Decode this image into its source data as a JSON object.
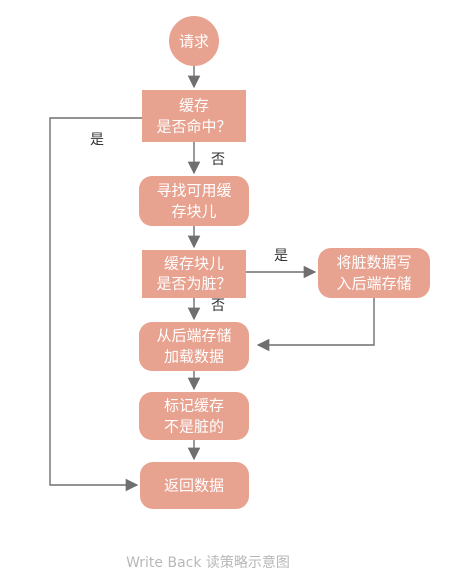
{
  "colors": {
    "node_fill": "#e8a290",
    "node_text": "#ffffff",
    "edge": "#6f6f6f",
    "label_text": "#333333",
    "caption_text": "#b8b8b8"
  },
  "nodes": {
    "request": {
      "lines": [
        "请求"
      ]
    },
    "cache_hit": {
      "lines": [
        "缓存",
        "是否命中？"
      ]
    },
    "find_block": {
      "lines": [
        "寻找可用缓",
        "存块儿"
      ]
    },
    "is_dirty": {
      "lines": [
        "缓存块儿",
        "是否为脏？"
      ]
    },
    "write_back": {
      "lines": [
        "将脏数据写",
        "入后端存储"
      ]
    },
    "load_backend": {
      "lines": [
        "从后端存储",
        "加载数据"
      ]
    },
    "mark_clean": {
      "lines": [
        "标记缓存",
        "不是脏的"
      ]
    },
    "return_data": {
      "lines": [
        "返回数据"
      ]
    }
  },
  "edge_labels": {
    "hit_yes": "是",
    "hit_no": "否",
    "dirty_yes": "是",
    "dirty_no": "否"
  },
  "caption": "Write Back 读策略示意图"
}
